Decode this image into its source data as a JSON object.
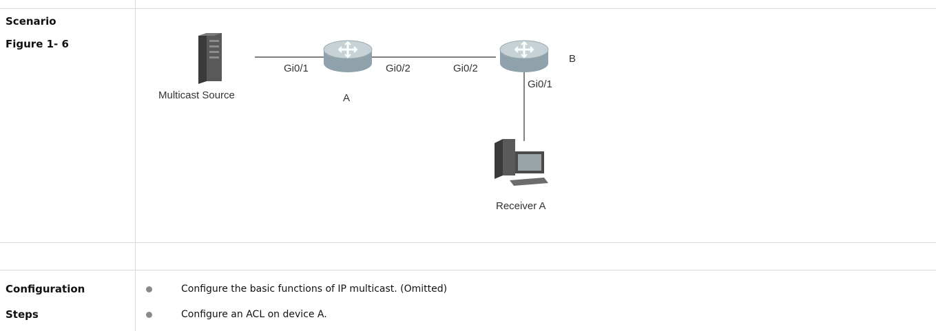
{
  "rows": {
    "scenario_label": "Scenario",
    "figure_label": "Figure 1- 6",
    "config_label": "Configuration",
    "steps_label": "Steps"
  },
  "diagram": {
    "source_label": "Multicast Source",
    "router_a_name": "A",
    "router_b_name": "B",
    "a_left_port": "Gi0/1",
    "a_right_port": "Gi0/2",
    "b_left_port": "Gi0/2",
    "b_down_port": "Gi0/1",
    "receiver_label": "Receiver A",
    "icons": [
      "server-icon",
      "router-icon",
      "router-icon",
      "computer-icon"
    ]
  },
  "steps": [
    "Configure the basic functions of IP multicast. (Omitted)",
    "Configure an ACL on device A."
  ],
  "colors": {
    "grid": "#d9d9d9",
    "router": "#b9c6cc",
    "link": "#555555"
  }
}
